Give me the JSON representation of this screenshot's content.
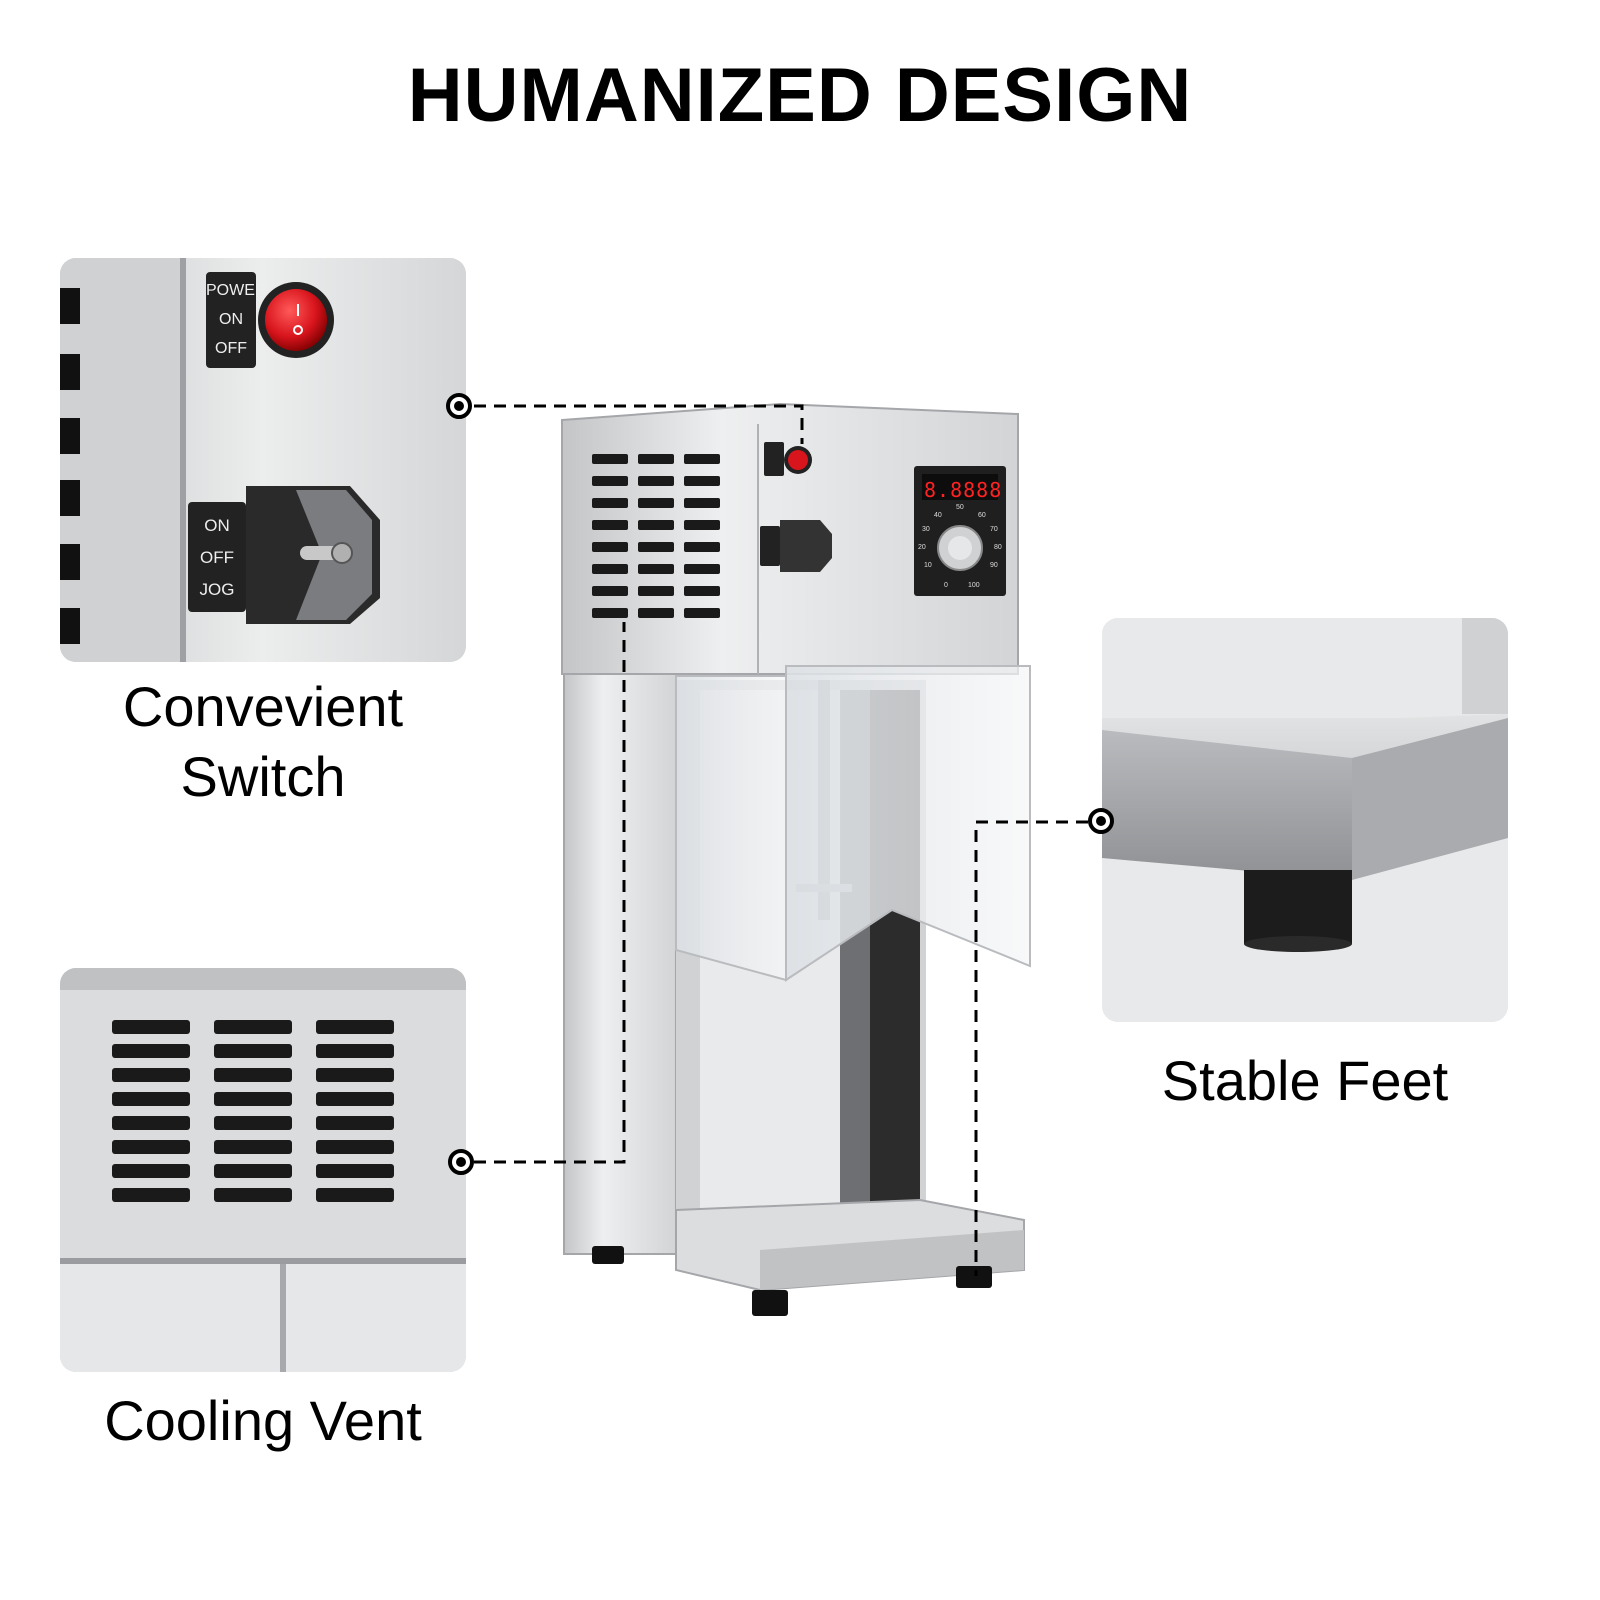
{
  "title": "HUMANIZED DESIGN",
  "features": [
    {
      "caption_line1": "Convevient",
      "caption_line2": "Switch"
    },
    {
      "caption_line1": "Cooling Vent"
    },
    {
      "caption_line1": "Stable Feet"
    }
  ],
  "switch_panel": {
    "power_label": [
      "POWER",
      "ON",
      "OFF"
    ],
    "toggle_label": [
      "ON",
      "OFF",
      "JOG"
    ]
  },
  "control_panel": {
    "display": "8.8888",
    "dial_ticks": [
      "0",
      "10",
      "20",
      "30",
      "40",
      "50",
      "60",
      "70",
      "80",
      "90",
      "100"
    ]
  },
  "colors": {
    "accent_red": "#d8141c",
    "steel": "#d9dbdd",
    "text": "#000000"
  }
}
